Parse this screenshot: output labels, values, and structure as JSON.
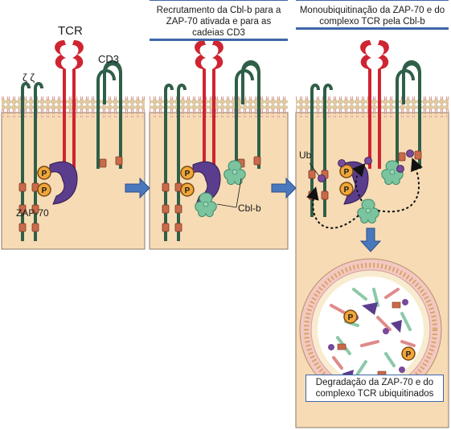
{
  "captions": {
    "panel2": "Recrutamento da Cbl-b para a ZAP-70 ativada e para as cadeias CD3",
    "panel3": "Monoubiquitinação da ZAP-70 e do complexo TCR pela Cbl-b",
    "panel4": "Degradação da ZAP-70 e do complexo TCR ubiquitinados"
  },
  "labels": {
    "tcr": "TCR",
    "cd3": "CD3",
    "zeta": "ζ ζ",
    "zap70": "ZAP-70",
    "cblb": "Cbl-b",
    "ub": "Ub",
    "phospho": "P"
  },
  "colors": {
    "membrane": "#e6b8b5",
    "cytoplasm": "#f6dbb5",
    "tcr": "#cf2431",
    "chain": "#2f5f48",
    "zap70": "#5b3d8e",
    "cblb": "#7cc4a0",
    "phospho": "#f0a63a",
    "arrow": "#4a78bd"
  }
}
